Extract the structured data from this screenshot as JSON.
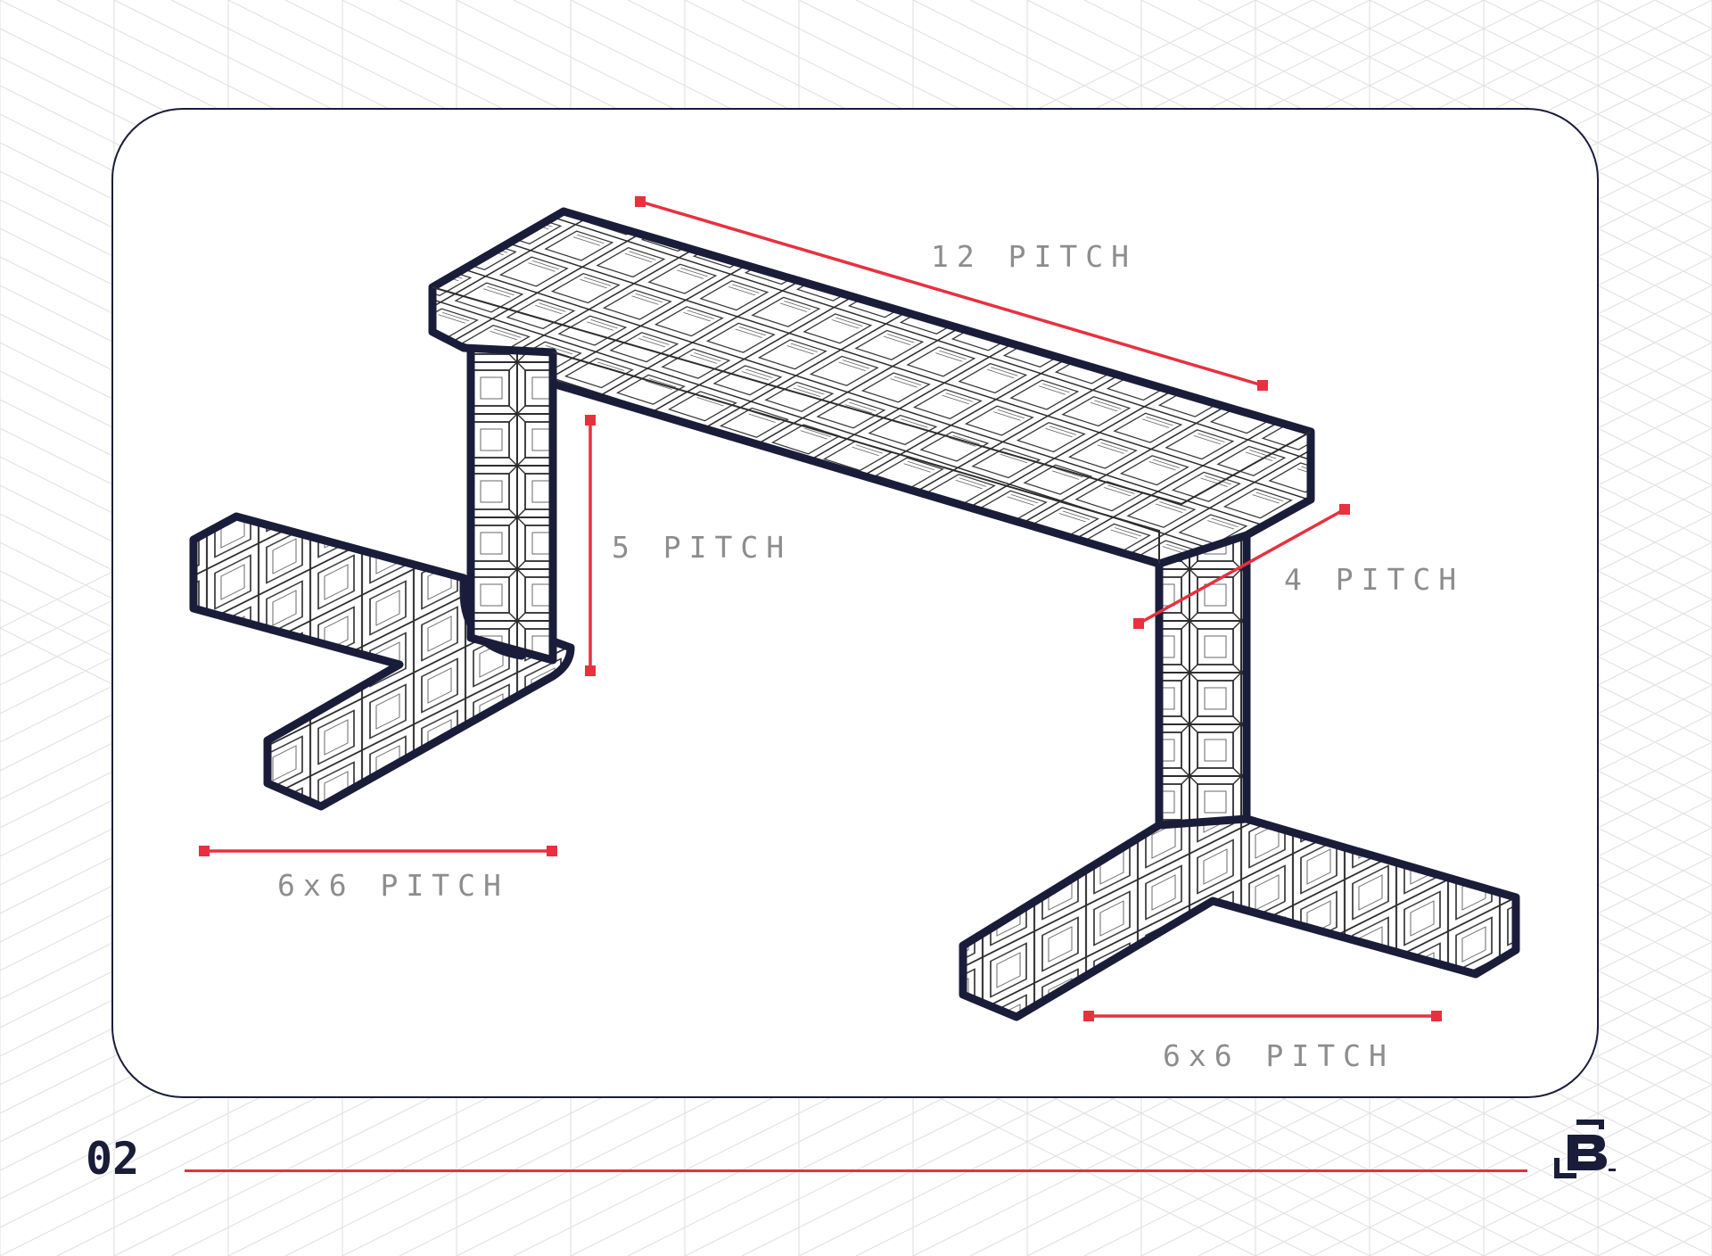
{
  "page_number": "02",
  "dimensions": {
    "top_length": "12 PITCH",
    "leg_height": "5 PITCH",
    "top_depth": "4 PITCH",
    "left_foot": "6x6 PITCH",
    "right_foot": "6x6 PITCH"
  },
  "colors": {
    "navy": "#1a1d3a",
    "accent_red": "#e8303f",
    "label_gray": "#8d8d8d",
    "grid_gray": "#e2e2e2"
  },
  "icons": {
    "brand": "bracket-b-logo-icon"
  }
}
